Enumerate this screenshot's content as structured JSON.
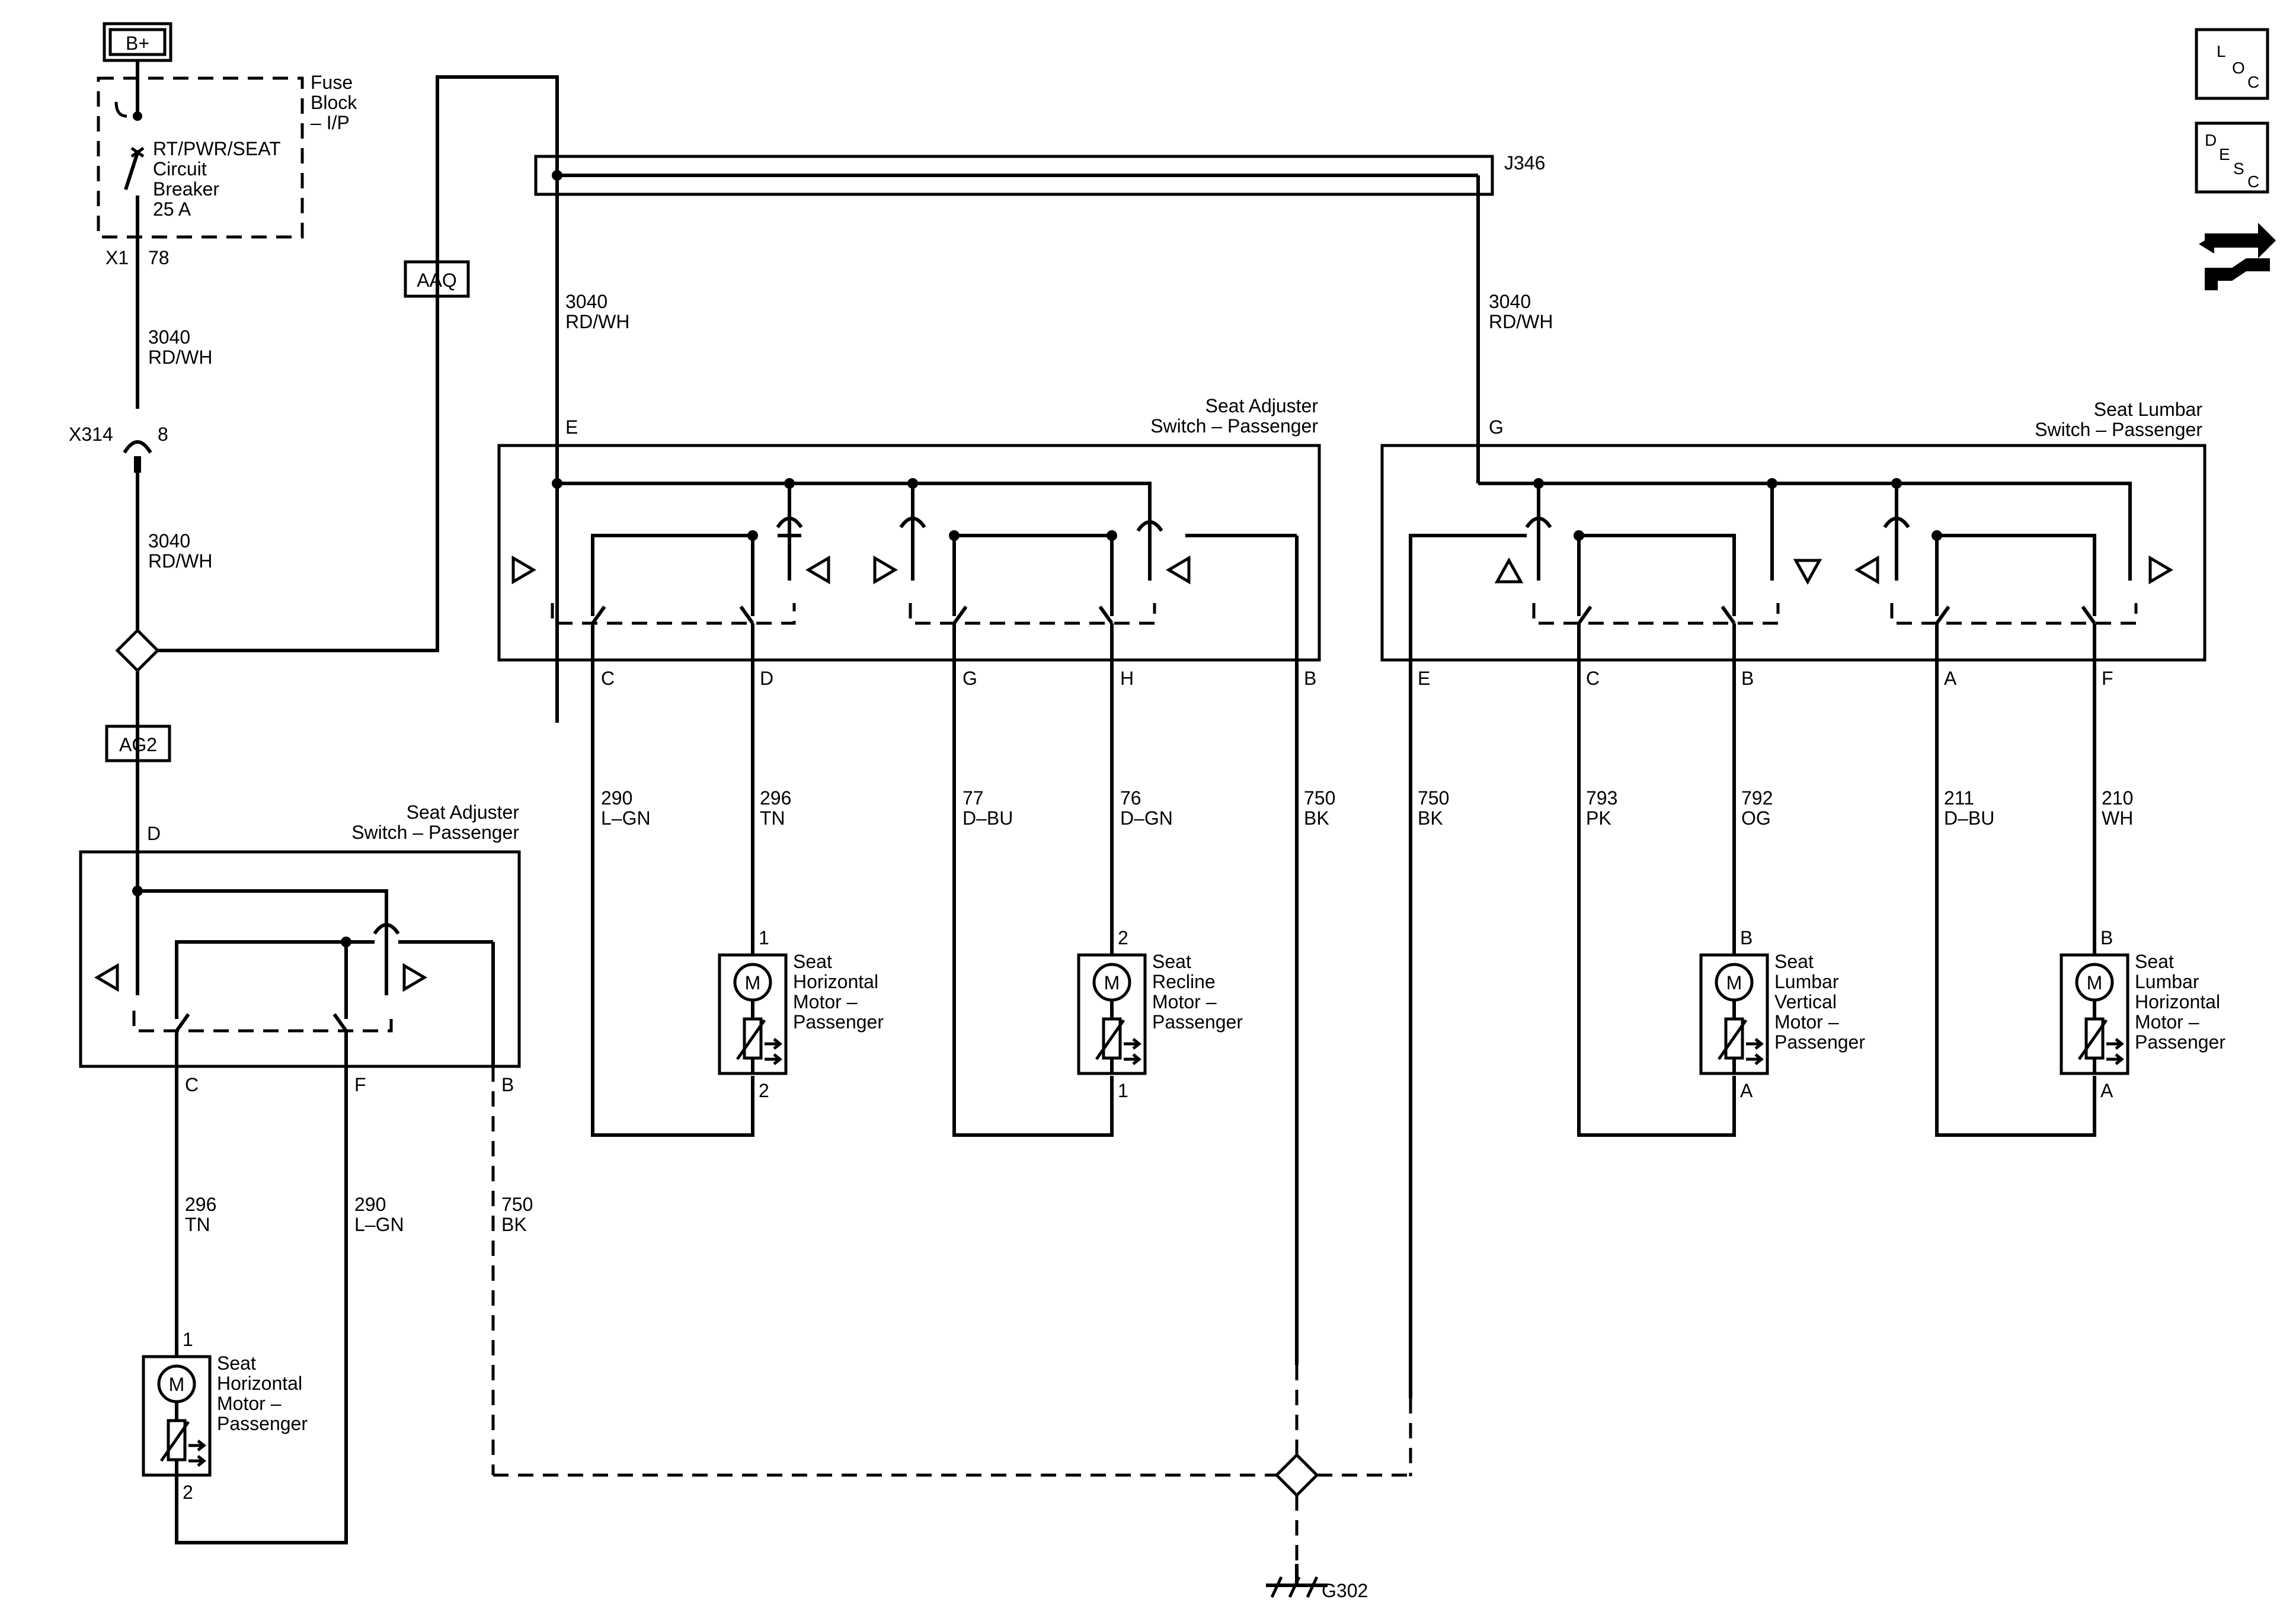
{
  "power": {
    "supply": "B+"
  },
  "fuse_block": {
    "title_lines": [
      "Fuse",
      "Block",
      "– I/P"
    ],
    "breaker_lines": [
      "RT/PWR/SEAT",
      "Circuit",
      "Breaker",
      "25 A"
    ],
    "connector": "X1",
    "pin": "78"
  },
  "inline_connector": {
    "name": "X314",
    "pin": "8"
  },
  "ground": "G302",
  "splice_pack": "J346",
  "option_codes": {
    "upper": "AAQ",
    "lower": "AG2"
  },
  "wires": {
    "main_upper": {
      "circuit": "3040",
      "color": "RD/WH"
    },
    "main_lower": {
      "circuit": "3040",
      "color": "RD/WH"
    },
    "to_adjuster": {
      "circuit": "3040",
      "color": "RD/WH"
    },
    "to_lumbar": {
      "circuit": "3040",
      "color": "RD/WH"
    },
    "right_c": {
      "circuit": "290",
      "color": "L–GN"
    },
    "right_d": {
      "circuit": "296",
      "color": "TN"
    },
    "right_g": {
      "circuit": "77",
      "color": "D–BU"
    },
    "right_h": {
      "circuit": "76",
      "color": "D–GN"
    },
    "right_b": {
      "circuit": "750",
      "color": "BK"
    },
    "lumbar_e": {
      "circuit": "750",
      "color": "BK"
    },
    "lumbar_c": {
      "circuit": "793",
      "color": "PK"
    },
    "lumbar_b": {
      "circuit": "792",
      "color": "OG"
    },
    "lumbar_a": {
      "circuit": "211",
      "color": "D–BU"
    },
    "lumbar_f": {
      "circuit": "210",
      "color": "WH"
    },
    "left_c": {
      "circuit": "296",
      "color": "TN"
    },
    "left_f": {
      "circuit": "290",
      "color": "L–GN"
    },
    "left_b": {
      "circuit": "750",
      "color": "BK"
    }
  },
  "switches": {
    "adjuster_left": {
      "title_lines": [
        "Seat Adjuster",
        "Switch – Passenger"
      ],
      "pins": {
        "d": "D",
        "c": "C",
        "f": "F",
        "b": "B"
      }
    },
    "adjuster_right": {
      "title_lines": [
        "Seat Adjuster",
        "Switch – Passenger"
      ],
      "pins": {
        "e": "E",
        "c": "C",
        "d": "D",
        "g": "G",
        "h": "H",
        "b": "B"
      }
    },
    "lumbar": {
      "title_lines": [
        "Seat Lumbar",
        "Switch – Passenger"
      ],
      "pins": {
        "g": "G",
        "e": "E",
        "c": "C",
        "b": "B",
        "a": "A",
        "f": "F"
      }
    }
  },
  "motors": {
    "left_horizontal": {
      "label_lines": [
        "Seat",
        "Horizontal",
        "Motor –",
        "Passenger"
      ],
      "pin_top": "1",
      "pin_bottom": "2",
      "symbol": "M"
    },
    "horizontal": {
      "label_lines": [
        "Seat",
        "Horizontal",
        "Motor –",
        "Passenger"
      ],
      "pin_top": "1",
      "pin_bottom": "2",
      "symbol": "M"
    },
    "recline": {
      "label_lines": [
        "Seat",
        "Recline",
        "Motor –",
        "Passenger"
      ],
      "pin_top": "2",
      "pin_bottom": "1",
      "symbol": "M"
    },
    "lumbar_vertical": {
      "label_lines": [
        "Seat",
        "Lumbar",
        "Vertical",
        "Motor –",
        "Passenger"
      ],
      "pin_top": "B",
      "pin_bottom": "A",
      "symbol": "M"
    },
    "lumbar_horizontal": {
      "label_lines": [
        "Seat",
        "Lumbar",
        "Horizontal",
        "Motor –",
        "Passenger"
      ],
      "pin_top": "B",
      "pin_bottom": "A",
      "symbol": "M"
    }
  },
  "side_icons": {
    "loc": [
      "L",
      "O",
      "C"
    ],
    "desc": [
      "D",
      "E",
      "S",
      "C"
    ],
    "icon": "connector-hand-icon"
  }
}
